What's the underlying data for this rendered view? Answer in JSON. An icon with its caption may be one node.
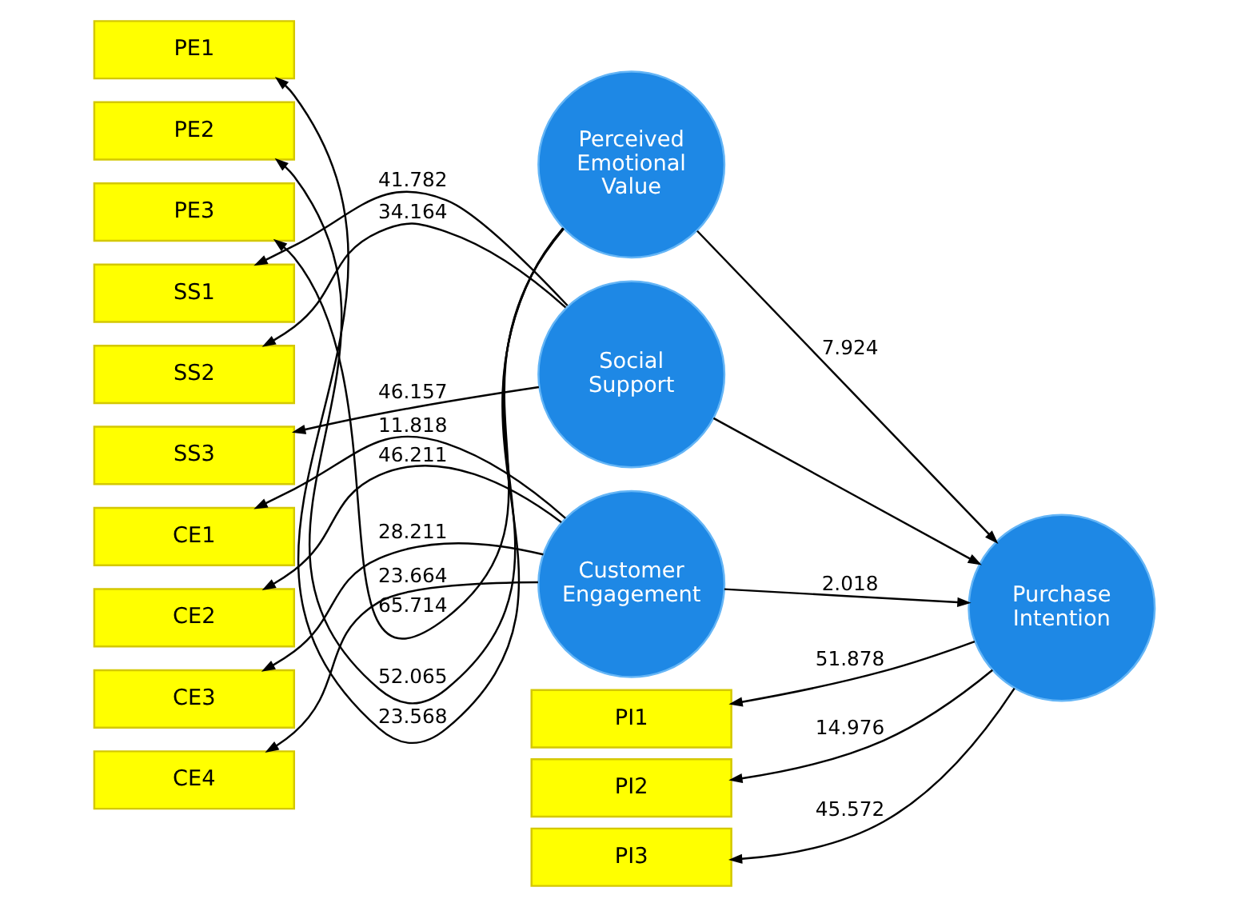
{
  "diagram": {
    "nodes": [
      {
        "text": [
          "Perceived Emotional Value"
        ]
      },
      {
        "text": [
          "PE1"
        ]
      },
      {
        "text": [
          "PE2"
        ]
      },
      {
        "text": [
          "PE3"
        ]
      },
      {
        "text": [
          "Social Support"
        ]
      },
      {
        "text": [
          "SS1"
        ]
      },
      {
        "text": [
          "SS2"
        ]
      },
      {
        "text": [
          "SS3"
        ]
      },
      {
        "text": [
          "Customer Engagement"
        ]
      },
      {
        "text": [
          "CE1"
        ]
      },
      {
        "text": [
          "CE2"
        ]
      },
      {
        "text": [
          "CE3"
        ]
      },
      {
        "text": [
          "CE4"
        ]
      },
      {
        "text": [
          "Purchase Intention"
        ]
      },
      {
        "text": [
          "PI1"
        ]
      },
      {
        "text": [
          "PI2"
        ]
      },
      {
        "text": [
          "PI3"
        ]
      }
    ],
    "edges": [
      {
        "from": 0,
        "to": 1,
        "arrow": "to",
        "label": "23.568"
      },
      {
        "from": 0,
        "to": 2,
        "arrow": "to",
        "label": "52.065"
      },
      {
        "from": 0,
        "to": 3,
        "arrow": "to",
        "label": "65.714"
      },
      {
        "from": 4,
        "to": 5,
        "arrow": "to",
        "label": "41.782"
      },
      {
        "from": 4,
        "to": 6,
        "arrow": "to",
        "label": "34.164"
      },
      {
        "from": 4,
        "to": 7,
        "arrow": "to",
        "label": "46.157"
      },
      {
        "from": 8,
        "to": 9,
        "arrow": "to",
        "label": "11.818"
      },
      {
        "from": 8,
        "to": 10,
        "arrow": "to",
        "label": "46.211"
      },
      {
        "from": 8,
        "to": 11,
        "arrow": "to",
        "label": "28.211"
      },
      {
        "from": 8,
        "to": 12,
        "arrow": "to",
        "label": "23.664"
      },
      {
        "from": 13,
        "to": 14,
        "arrow": "to",
        "label": "51.878"
      },
      {
        "from": 13,
        "to": 15,
        "arrow": "to",
        "label": "14.976"
      },
      {
        "from": 13,
        "to": 16,
        "arrow": "to",
        "label": "45.572"
      },
      {
        "from": 0,
        "to": 13,
        "arrow": "to",
        "label": "7.924"
      },
      {
        "from": 4,
        "to": 13,
        "arrow": "to"
      },
      {
        "from": 8,
        "to": 13,
        "arrow": "to",
        "label": "2.018"
      }
    ]
  }
}
